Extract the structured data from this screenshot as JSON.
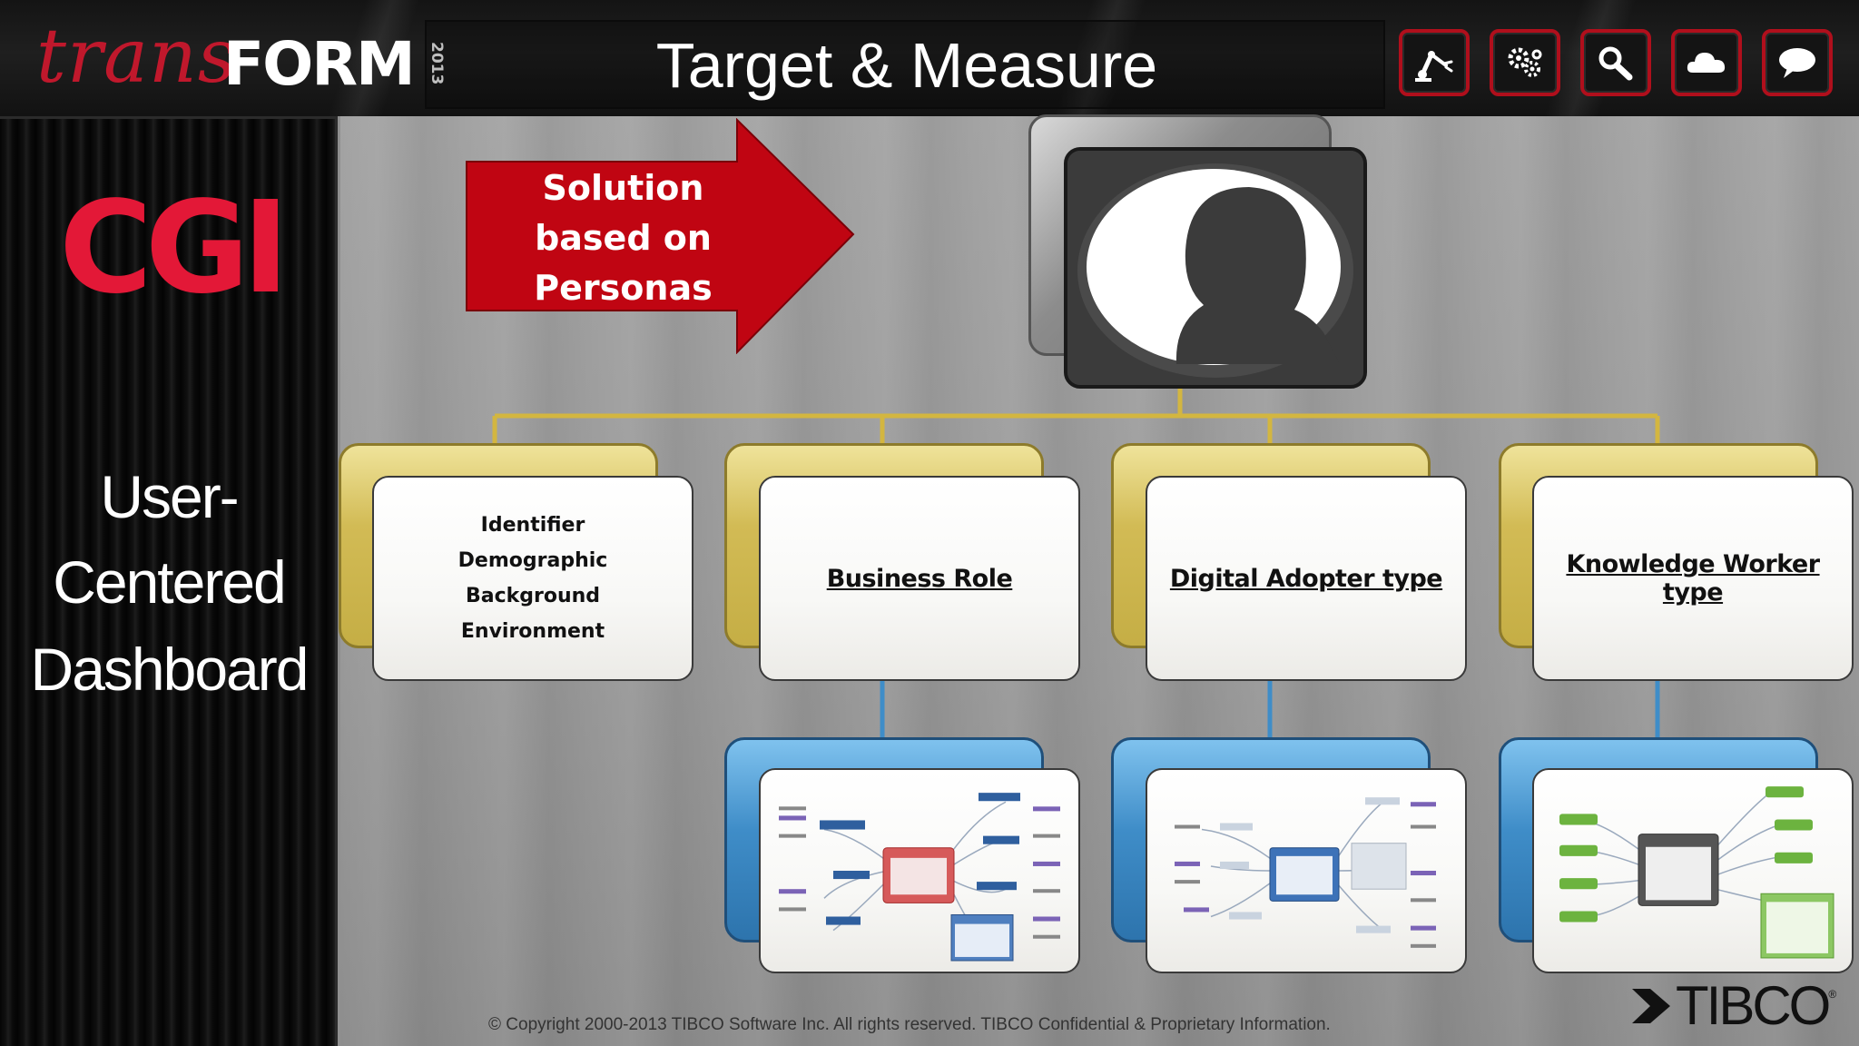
{
  "header": {
    "logo_script": "trans",
    "logo_bold": "FORM",
    "logo_year": "2013",
    "title": "Target & Measure",
    "toolbar": [
      {
        "icon": "robot-arm-icon"
      },
      {
        "icon": "gears-icon"
      },
      {
        "icon": "magnifier-icon"
      },
      {
        "icon": "cloud-icon"
      },
      {
        "icon": "speech-bubble-icon"
      }
    ]
  },
  "sidebar": {
    "brand": "CGI",
    "caption_lines": [
      "User-",
      "Centered",
      "Dashboard"
    ]
  },
  "callout": {
    "lines": [
      "Solution",
      "based on",
      "Personas"
    ]
  },
  "cards": {
    "identity_lines": [
      "Identifier",
      "Demographic",
      "Background",
      "Environment"
    ],
    "business_role": "Business Role",
    "digital_adopter": "Digital Adopter type",
    "knowledge_worker": "Knowledge Worker type"
  },
  "footer": {
    "copyright": "© Copyright 2000-2013 TIBCO Software Inc. All rights reserved. TIBCO Confidential & Proprietary Information.",
    "tibco_logo": "TIBCO",
    "tibco_reg": "®"
  },
  "colors": {
    "brand_red": "#c0182c",
    "cgi_red": "#e31837",
    "gold": "#d2bb55",
    "blue": "#3f8dc8"
  }
}
